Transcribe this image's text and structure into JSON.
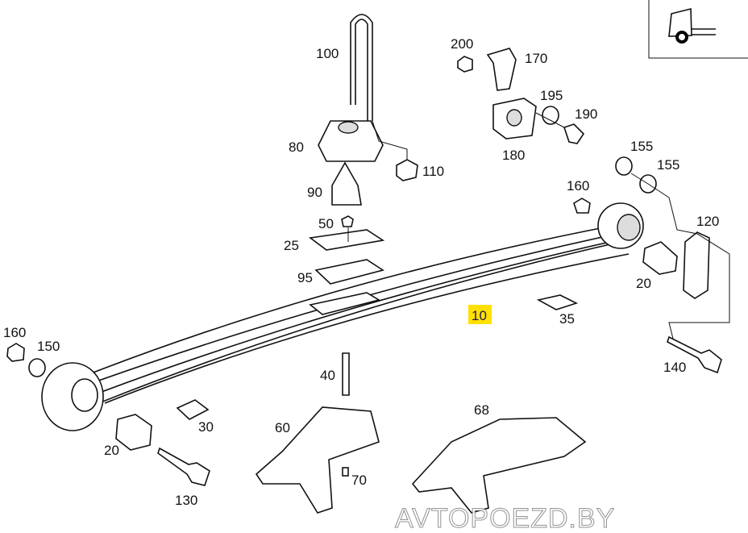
{
  "diagram": {
    "highlight_color": "#ffe000",
    "highlighted_part": "10",
    "watermark": "AVTOPOEZD.BY",
    "position_icon": "truck-front-axle-icon",
    "part_labels": {
      "p100": "100",
      "p200": "200",
      "p170": "170",
      "p195": "195",
      "p190": "190",
      "p80": "80",
      "p110": "110",
      "p180": "180",
      "p155a": "155",
      "p155b": "155",
      "p160a": "160",
      "p120": "120",
      "p90": "90",
      "p50": "50",
      "p25": "25",
      "p95": "95",
      "p20a": "20",
      "p10": "10",
      "p35": "35",
      "p160b": "160",
      "p150": "150",
      "p140": "140",
      "p40": "40",
      "p68": "68",
      "p60": "60",
      "p30": "30",
      "p20b": "20",
      "p70": "70",
      "p130": "130"
    }
  }
}
